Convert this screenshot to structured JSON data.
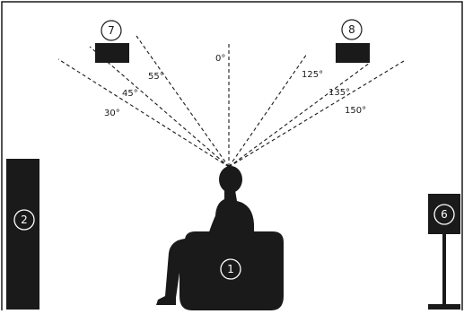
{
  "colors": {
    "ink": "#1a1a1a",
    "background": "#ffffff"
  },
  "angles": [
    "0°",
    "30°",
    "45°",
    "55°",
    "125°",
    "135°",
    "150°"
  ],
  "angle_values": [
    0,
    30,
    45,
    55,
    125,
    135,
    150
  ],
  "speakers": {
    "listener": "1",
    "front_left": "2",
    "surround_right": "6",
    "height_left": "7",
    "height_right": "8"
  }
}
